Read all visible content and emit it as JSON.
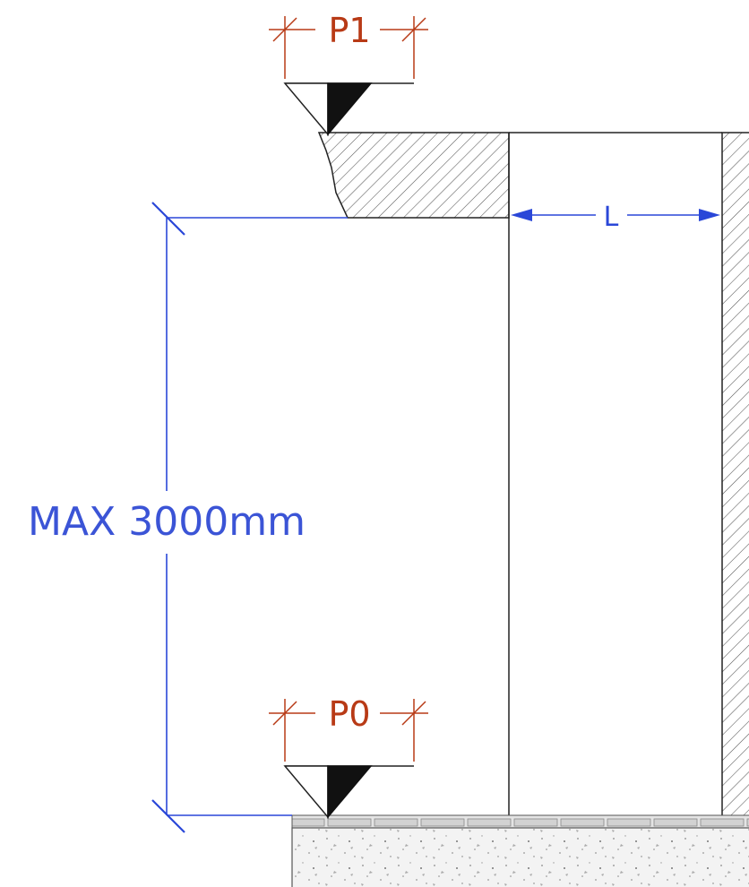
{
  "labels": {
    "p1": "P1",
    "p0": "P0",
    "l": "L",
    "max_height": "MAX 3000mm"
  },
  "colors": {
    "dimension_blue": "#2a47d8",
    "label_red": "#b83a16",
    "outline": "#222222"
  }
}
